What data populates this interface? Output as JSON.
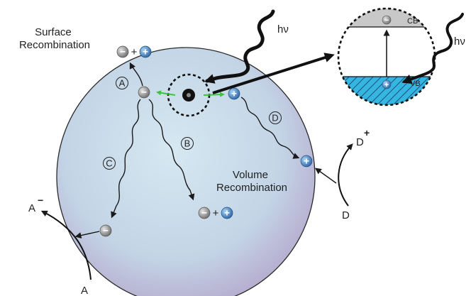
{
  "labels": {
    "surface_line1": "Surface",
    "surface_line2": "Recombination",
    "volume_line1": "Volume",
    "volume_line2": "Recombination",
    "hv_main": "hν",
    "hv_inset": "hν",
    "cb": "CB",
    "vb": "VB",
    "path_a": "A",
    "path_b": "B",
    "path_c": "C",
    "path_d": "D",
    "acceptor": "A",
    "acceptor_reduced": "A",
    "acceptor_charge": "−",
    "donor": "D",
    "donor_oxidized": "D",
    "donor_charge": "+",
    "plus": "+"
  },
  "colors": {
    "sphere_center": "#cde0ec",
    "sphere_edge": "#b7a9cc",
    "electron": "#8a8a8a",
    "hole": "#3d7fbf",
    "conduction_band": "#c8c8c8",
    "valence_band": "#35b6e0",
    "green_arrow": "#3cc43c",
    "line": "#1a1a1a"
  },
  "icons": {
    "electron": "minus-sign-sphere",
    "hole": "plus-sign-sphere",
    "photon": "wavy-arrow"
  }
}
